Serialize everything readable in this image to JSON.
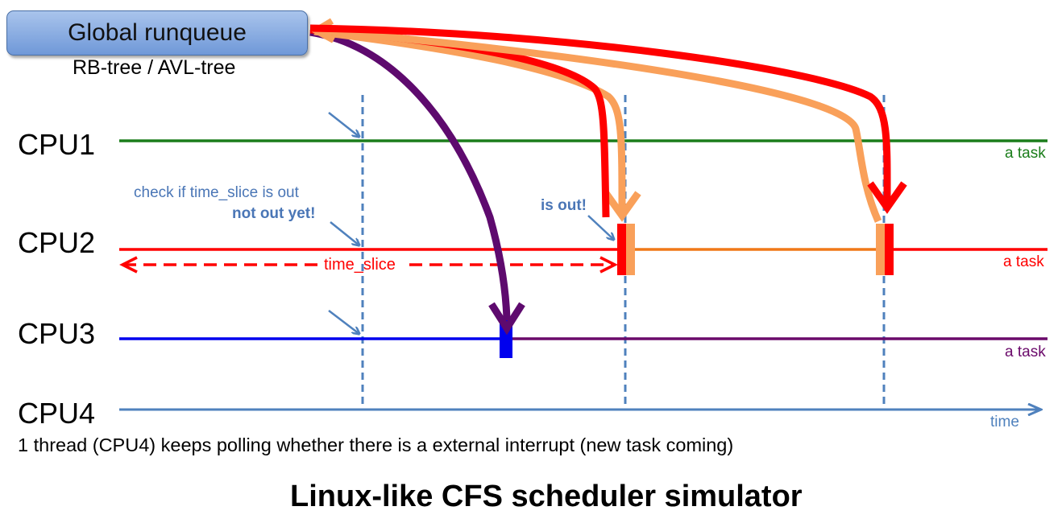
{
  "runqueue": {
    "label": "Global runqueue",
    "subtitle": "RB-tree / AVL-tree"
  },
  "cpus": [
    {
      "label": "CPU1",
      "task_label": "a task",
      "color": "#1a7d1a"
    },
    {
      "label": "CPU2",
      "task_label": "a task",
      "color": "#ff0000"
    },
    {
      "label": "CPU3",
      "task_label": "a task",
      "color": "#6b0a6b"
    },
    {
      "label": "CPU4"
    }
  ],
  "annotations": {
    "check": "check if time_slice is out",
    "not_out": "not out yet!",
    "is_out": "is out!",
    "time_slice": "time_slice",
    "time": "time"
  },
  "caption": "1 thread (CPU4) keeps polling whether there is a external interrupt (new task coming)",
  "title": "Linux-like CFS scheduler simulator",
  "colors": {
    "time_axis": "#4f81bd",
    "check_lines": "#4f81bd",
    "cpu3_before": "#0000ee",
    "cpu2_after": "#f07818",
    "arrow_purple": "#5e0a6e",
    "arrow_orange": "#f9a05a",
    "arrow_red": "#ff0000",
    "box_fill": "#8fb0e2"
  }
}
